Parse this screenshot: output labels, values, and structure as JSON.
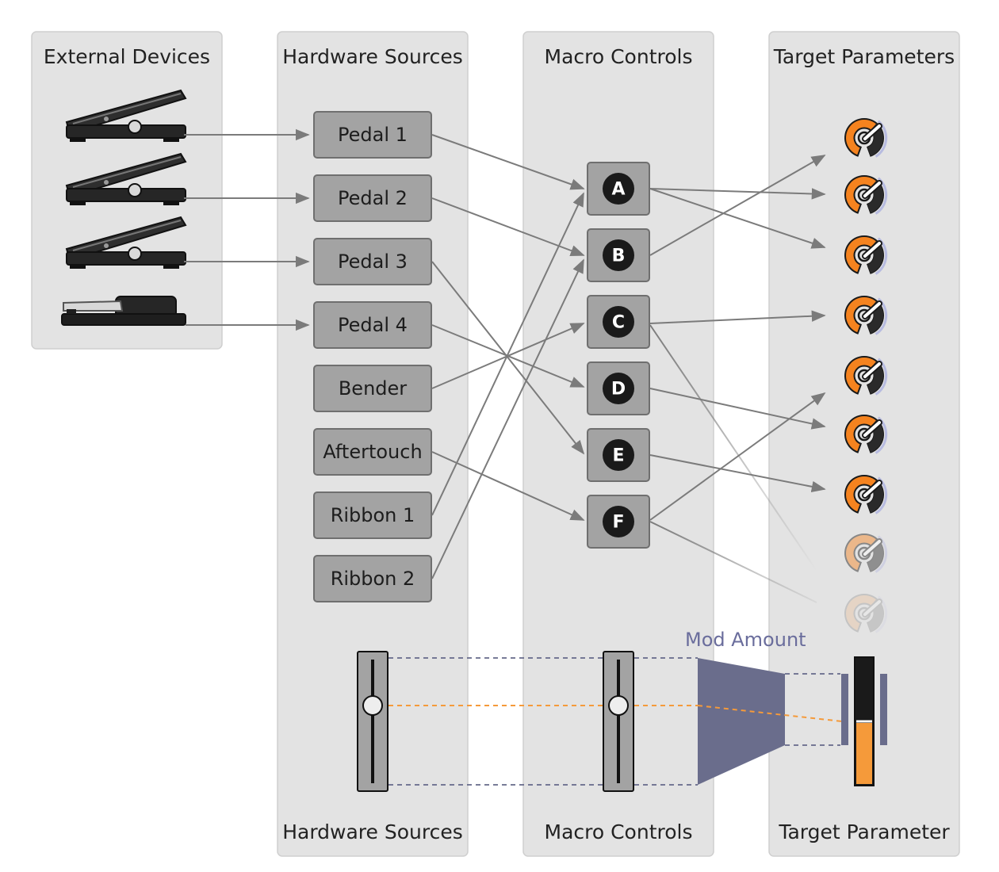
{
  "columns": {
    "external_devices": "External Devices",
    "hardware_sources": "Hardware Sources",
    "macro_controls": "Macro Controls",
    "target_parameters": "Target Parameters"
  },
  "hardware_sources": [
    "Pedal 1",
    "Pedal 2",
    "Pedal 3",
    "Pedal 4",
    "Bender",
    "Aftertouch",
    "Ribbon 1",
    "Ribbon 2"
  ],
  "macros": [
    "A",
    "B",
    "C",
    "D",
    "E",
    "F"
  ],
  "mod_section": {
    "mod_amount_label": "Mod Amount",
    "hardware_sources_label": "Hardware Sources",
    "macro_controls_label": "Macro Controls",
    "target_parameter_label": "Target Parameter"
  },
  "colors": {
    "accent_orange": "#f5831f",
    "mod_amount_purple": "#6a6d8c",
    "box_gray": "#a3a3a3",
    "panel_gray": "#e3e3e3"
  }
}
